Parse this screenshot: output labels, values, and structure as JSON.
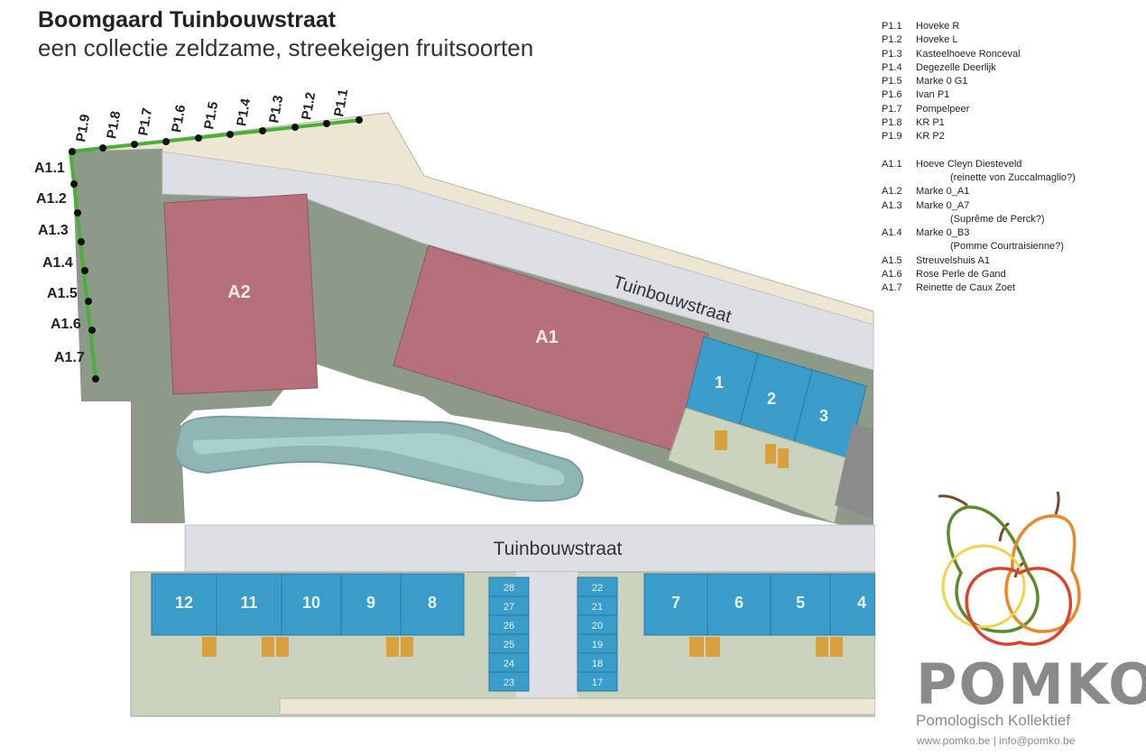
{
  "header": {
    "title": "Boomgaard Tuinbouwstraat",
    "subtitle": "een collectie zeldzame, streekeigen fruitsoorten"
  },
  "map": {
    "street_top": "Tuinbouwstraat",
    "street_bottom": "Tuinbouwstraat",
    "zones": {
      "a1": "A1",
      "a2": "A2"
    },
    "p_points": [
      "P1.9",
      "P1.8",
      "P1.7",
      "P1.6",
      "P1.5",
      "P1.4",
      "P1.3",
      "P1.2",
      "P1.1"
    ],
    "a_points": [
      "A1.1",
      "A1.2",
      "A1.3",
      "A1.4",
      "A1.5",
      "A1.6",
      "A1.7"
    ],
    "plots_top": [
      "1",
      "2",
      "3"
    ],
    "plots_bottom_left": [
      "12",
      "11",
      "10",
      "9",
      "8"
    ],
    "plots_bottom_right": [
      "7",
      "6",
      "5",
      "4"
    ],
    "plots_column_left": [
      "28",
      "27",
      "26",
      "25",
      "24",
      "23"
    ],
    "plots_column_right": [
      "22",
      "21",
      "20",
      "19",
      "18",
      "17"
    ],
    "colors": {
      "row_line": "#4caf3a",
      "zone": "#b5707c",
      "plot": "#3a9cc9",
      "ground": "#8d9a8a",
      "street": "#dedfe4",
      "pond": "#8fb6b4",
      "garden": "#c9d3bd",
      "shed": "#d9a13d"
    }
  },
  "legend": {
    "p_items": [
      {
        "code": "P1.1",
        "name": "Hoveke R"
      },
      {
        "code": "P1.2",
        "name": "Hoveke L"
      },
      {
        "code": "P1.3",
        "name": "Kasteelhoeve Ronceval"
      },
      {
        "code": "P1.4",
        "name": "Degezelle Deerlijk"
      },
      {
        "code": "P1.5",
        "name": "Marke 0 G1"
      },
      {
        "code": "P1.6",
        "name": "Ivan P1"
      },
      {
        "code": "P1.7",
        "name": "Pompelpeer"
      },
      {
        "code": "P1.8",
        "name": "KR P1"
      },
      {
        "code": "P1.9",
        "name": "KR P2"
      }
    ],
    "a_items": [
      {
        "code": "A1.1",
        "name": "Hoeve Cleyn Diesteveld",
        "sub": "(reinette von Zuccalmaglio?)"
      },
      {
        "code": "A1.2",
        "name": "Marke 0_A1",
        "sub": ""
      },
      {
        "code": "A1.3",
        "name": "Marke 0_A7",
        "sub": "(Suprême de Perck?)"
      },
      {
        "code": "A1.4",
        "name": "Marke 0_B3",
        "sub": "(Pomme Courtraisienne?)"
      },
      {
        "code": "A1.5",
        "name": "Streuvelshuis A1",
        "sub": ""
      },
      {
        "code": "A1.6",
        "name": "Rose Perle de Gand",
        "sub": ""
      },
      {
        "code": "A1.7",
        "name": "Reinette de Caux Zoet",
        "sub": ""
      }
    ]
  },
  "logo": {
    "wordmark": "POMKO",
    "tagline": "Pomologisch Kollektief",
    "contact": "www.pomko.be | info@pomko.be",
    "colors": {
      "brown": "#7a4a2a",
      "green": "#5d8a2e",
      "orange": "#e8892a",
      "yellow": "#f2d24a",
      "red": "#d8452e",
      "grey": "#8a8a8a"
    }
  }
}
